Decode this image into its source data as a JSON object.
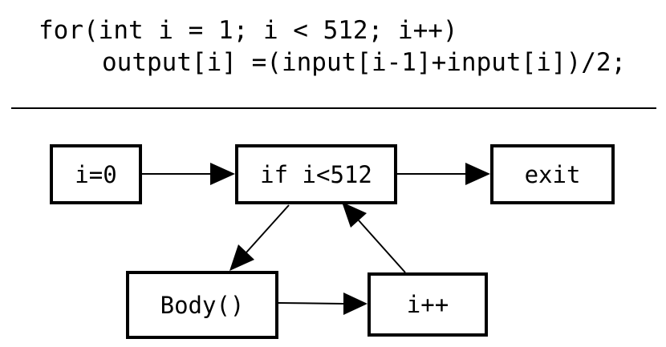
{
  "code": {
    "line1": "for(int i = 1; i < 512; i++)",
    "line2": "output[i] =(input[i-1]+input[i])/2;"
  },
  "flowchart": {
    "nodes": {
      "init": "i=0",
      "condition": "if i<512",
      "exit": "exit",
      "body": "Body()",
      "increment": "i++"
    },
    "edges": [
      {
        "from": "init",
        "to": "condition"
      },
      {
        "from": "condition",
        "to": "exit"
      },
      {
        "from": "condition",
        "to": "body"
      },
      {
        "from": "body",
        "to": "increment"
      },
      {
        "from": "increment",
        "to": "condition"
      }
    ]
  }
}
